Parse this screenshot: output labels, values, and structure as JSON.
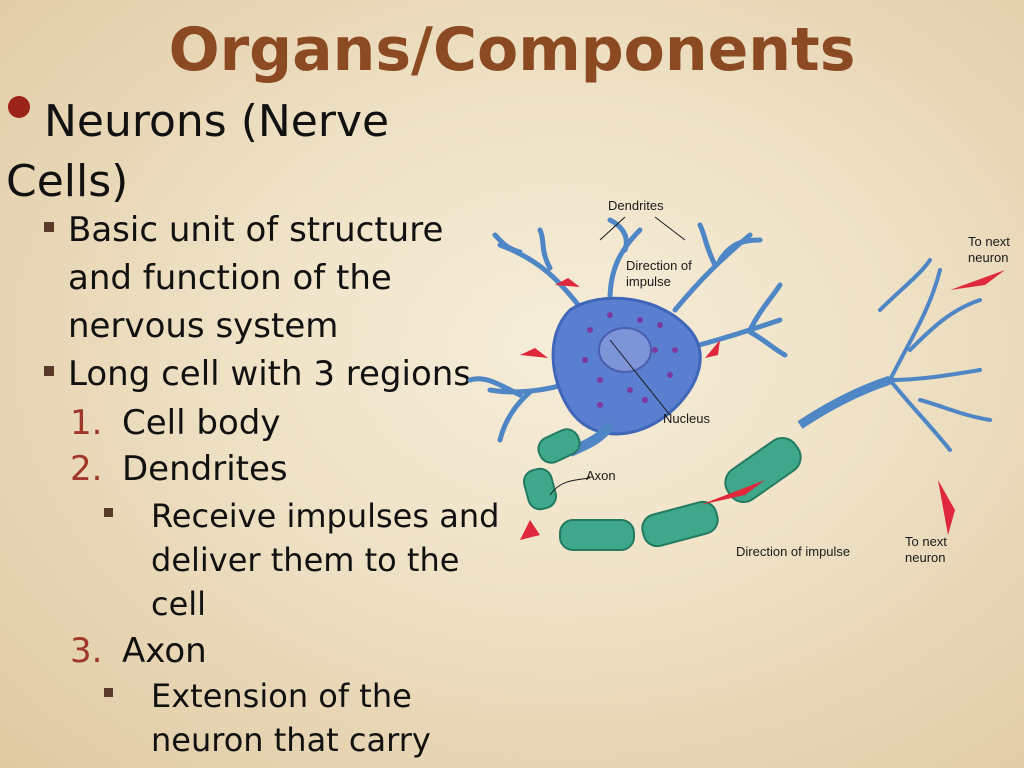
{
  "title": "Organs/Components",
  "main_bullet": "Neurons (Nerve Cells)",
  "sub_bullets": [
    "Basic unit of structure and function of the nervous system",
    "Long cell with 3 regions"
  ],
  "regions": [
    {
      "num": "1.",
      "label": "Cell body"
    },
    {
      "num": "2.",
      "label": "Dendrites"
    },
    {
      "num": "3.",
      "label": "Axon"
    }
  ],
  "dendrites_detail": "Receive impulses and deliver them to the cell",
  "axon_detail": "Extension of the neuron that carry",
  "diagram": {
    "labels": {
      "dendrites": "Dendrites",
      "direction1_a": "Direction of",
      "direction1_b": "impulse",
      "to_next_1a": "To next",
      "to_next_1b": "neuron",
      "nucleus": "Nucleus",
      "axon": "Axon",
      "direction2": "Direction of impulse",
      "to_next_2a": "To next",
      "to_next_2b": "neuron"
    },
    "colors": {
      "neuron": "#4f86c6",
      "myelin": "#3fa88a",
      "arrow": "#e0283c"
    }
  }
}
